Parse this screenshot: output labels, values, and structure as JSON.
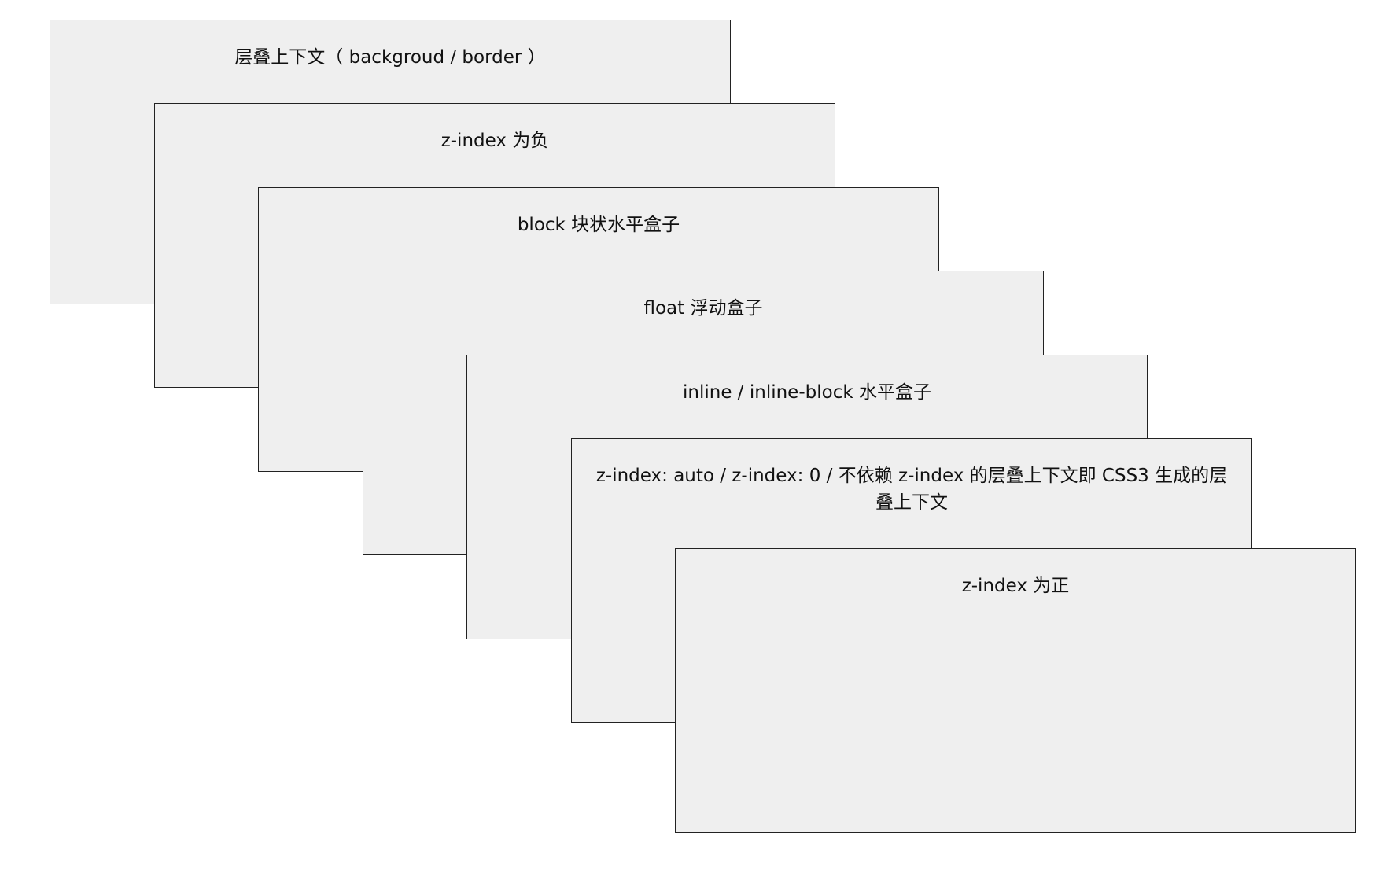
{
  "diagram": {
    "layers": [
      {
        "label": "层叠上下文（ backgroud / border ）"
      },
      {
        "label": "z-index 为负"
      },
      {
        "label": "block 块状水平盒子"
      },
      {
        "label": "float 浮动盒子"
      },
      {
        "label": "inline / inline-block 水平盒子"
      },
      {
        "label": "z-index: auto / z-index: 0 / 不依赖 z-index 的层叠上下文即 CSS3 生成的层叠上下文"
      },
      {
        "label": "z-index 为正"
      }
    ],
    "colors": {
      "box_fill": "#efefef",
      "box_border": "#222222",
      "text": "#111111",
      "background": "#ffffff"
    }
  }
}
